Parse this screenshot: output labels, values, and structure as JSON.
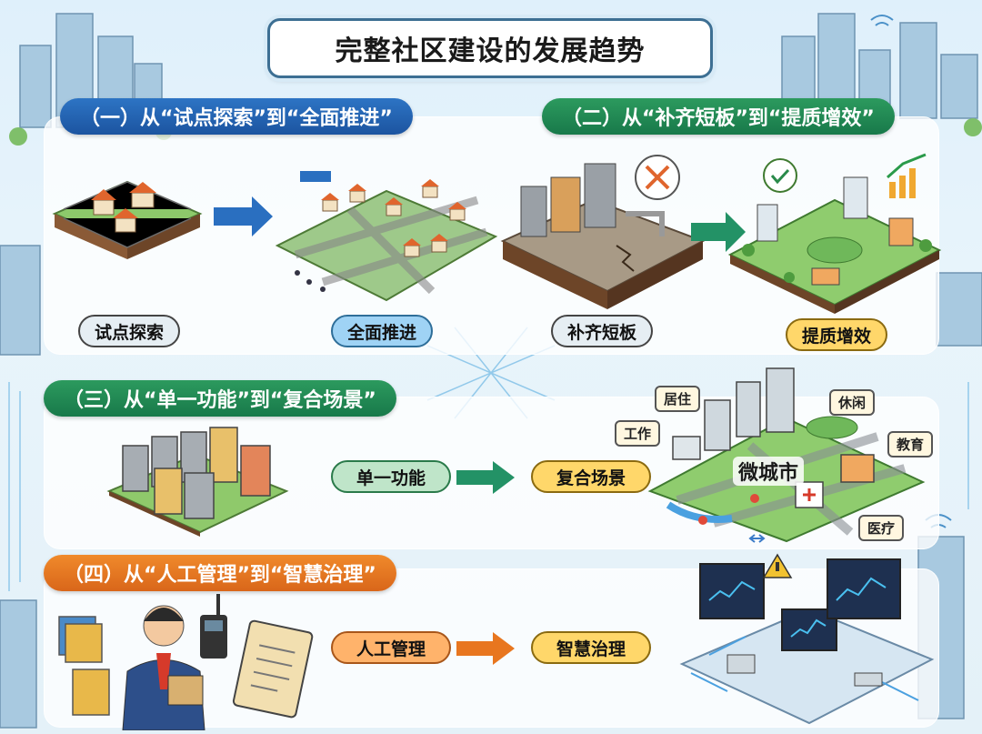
{
  "title": "完整社区建设的发展趋势",
  "sections": [
    {
      "heading": "（一）从“试点探索”到“全面推进”",
      "from": "试点探索",
      "to": "全面推进"
    },
    {
      "heading": "（二）从“补齐短板”到“提质增效”",
      "from": "补齐短板",
      "to": "提质增效"
    },
    {
      "heading": "（三）从“单一功能”到“复合场景”",
      "from": "单一功能",
      "to": "复合场景"
    },
    {
      "heading": "（四）从“人工管理”到“智慧治理”",
      "from": "人工管理",
      "to": "智慧治理"
    }
  ],
  "micro_city": {
    "center": "微城市",
    "functions": [
      "居住",
      "休闲",
      "工作",
      "教育",
      "医疗"
    ]
  },
  "colors": {
    "section1": "#1f5ca8",
    "section2": "#1f8a55",
    "section3": "#1f8a55",
    "section4": "#e8761f",
    "title_border": "#3d6f93"
  }
}
